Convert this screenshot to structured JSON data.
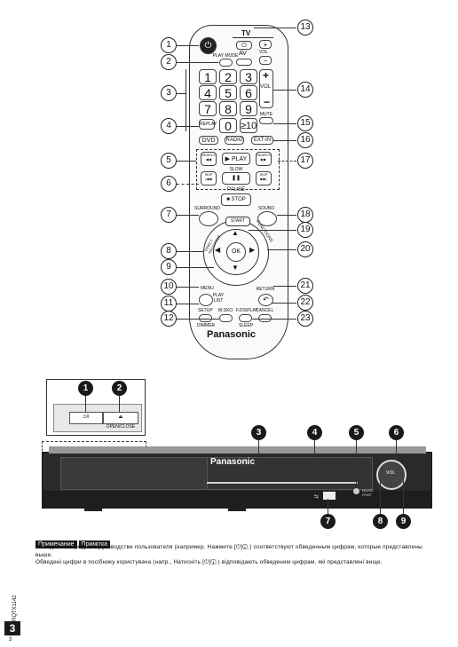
{
  "remote": {
    "tv_label": "TV",
    "power_symbol": "⏻",
    "play_mode": "PLAY MODE",
    "tv_power_symbol": "⏻",
    "av": "AV",
    "vol": "VOL",
    "tv_vol_plus": "+",
    "tv_vol_minus": "−",
    "numbers": [
      "1",
      "2",
      "3",
      "4",
      "5",
      "6",
      "7",
      "8",
      "9",
      "0",
      "≥10"
    ],
    "replay": "REPLAY",
    "vol_label": "VOL",
    "vol_plus": "+",
    "vol_minus": "−",
    "mute": "MUTE",
    "sources": [
      "DVD",
      "RADIO",
      "EXT-IN"
    ],
    "search_left": "SEARCH",
    "search_right": "SEARCH",
    "slow": "SLOW",
    "play": "▶ PLAY",
    "skip_left": "SKIP",
    "skip_right": "SKIP",
    "pause": "❚❚ PAUSE",
    "stop": "■ STOP",
    "surround": "SURROUND",
    "sound": "SOUND",
    "start": "START",
    "direct_navigator": "DIRECT NAVIGATOR",
    "top_menu": "TOP MENU",
    "functions": "FUNCTIONS",
    "ok": "OK",
    "menu": "MENU",
    "play_list": "PLAY LIST",
    "return": "RETURN",
    "setup": "SETUP",
    "dimmer": "DIMMER",
    "w_sko": "W.SKO",
    "f_display": "F.DISPLAY",
    "cancel": "CANCEL",
    "sleep": "SLEEP",
    "brand": "Panasonic"
  },
  "remote_callouts": [
    "1",
    "2",
    "3",
    "4",
    "5",
    "6",
    "7",
    "8",
    "9",
    "10",
    "11",
    "12",
    "13",
    "14",
    "15",
    "16",
    "17",
    "18",
    "19",
    "20",
    "21",
    "22",
    "23"
  ],
  "front_panel": {
    "inset_labels": [
      "⏻/I",
      "⏏ OPEN/CLOSE"
    ],
    "brand": "Panasonic",
    "music_port": "MUSIC PORT",
    "usb_symbol": "⇆",
    "vol_label": "VOL",
    "callouts": [
      "1",
      "2",
      "3",
      "4",
      "5",
      "6",
      "7",
      "8",
      "9"
    ]
  },
  "note": {
    "badge_ru": "Примечание",
    "badge_uk": "Примітка",
    "text_ru": "Обведенные цифры в руководстве пользователя (например. Нажмите [⏻]①.) соответствуют обведенным цифрам, которые представлены выше.",
    "text_uk": "Обведені цифри в посібнику користувача (напр., Натисніть [⏻]①.) відповідають обведеним цифрам, які представлені вище."
  },
  "footer": {
    "model": "RQTX1142",
    "page_big": "3",
    "page_small": "3"
  }
}
